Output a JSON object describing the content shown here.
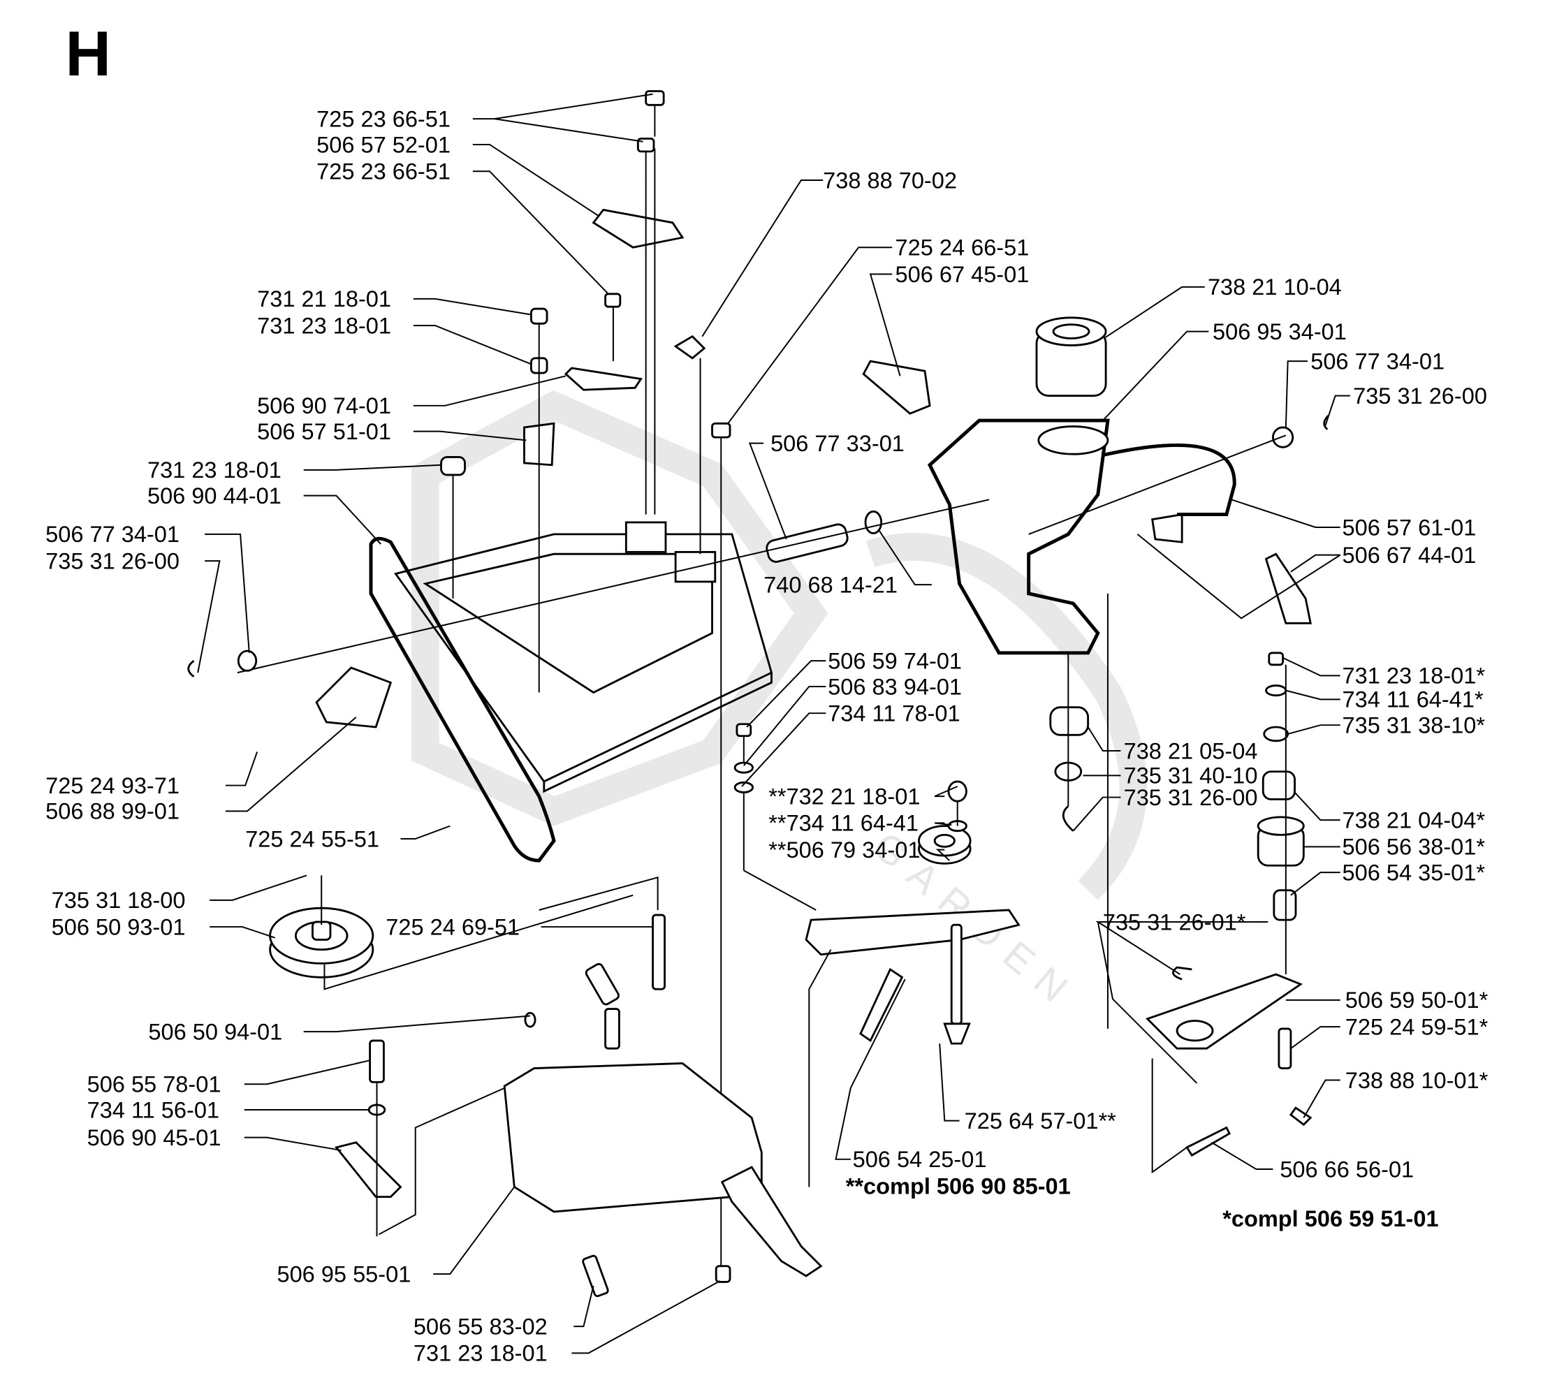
{
  "section": "H",
  "watermark": "GARDEN",
  "footnotes": {
    "double_star": "**compl 506 90 85-01",
    "single_star": "*compl 506 59 51-01"
  },
  "labels": {
    "l1": "725 23 66-51",
    "l2": "506 57 52-01",
    "l3": "725 23 66-51",
    "l4": "731 21 18-01",
    "l5": "731 23 18-01",
    "l6": "506 90 74-01",
    "l7": "506 57 51-01",
    "l8": "731 23 18-01",
    "l9": "506 90 44-01",
    "l10": "506 77 34-01",
    "l11": "735 31 26-00",
    "l12": "725 24 93-71",
    "l13": "506 88 99-01",
    "l14": "725 24 55-51",
    "l15": "735 31 18-00",
    "l16": "506 50 93-01",
    "l17": "725 24 69-51",
    "l18": "506 50 94-01",
    "l19": "506 55 78-01",
    "l20": "734 11 56-01",
    "l21": "506 90 45-01",
    "l22": "506 95 55-01",
    "l23": "506 55 83-02",
    "l24": "731 23 18-01",
    "l25": "738 88 70-02",
    "l26": "725 24 66-51",
    "l27": "506 67 45-01",
    "l28": "506 77 33-01",
    "l29": "740 68 14-21",
    "l30": "738 21 10-04",
    "l31": "506 95 34-01",
    "l32": "506 77 34-01",
    "l33": "735 31 26-00",
    "l34": "506 57 61-01",
    "l35": "506 67 44-01",
    "l36": "506 59 74-01",
    "l37": "506 83 94-01",
    "l38": "734 11 78-01",
    "l39": "**732 21 18-01",
    "l40": "**734 11 64-41",
    "l41": "**506 79 34-01",
    "l42": "738 21 05-04",
    "l43": "735 31 40-10",
    "l44": "735 31 26-00",
    "l45": "731 23 18-01*",
    "l46": "734 11 64-41*",
    "l47": "735 31 38-10*",
    "l48": "738 21 04-04*",
    "l49": "506 56 38-01*",
    "l50": "506 54 35-01*",
    "l51": "735 31 26-01*",
    "l52": "506 59 50-01*",
    "l53": "725 24 59-51*",
    "l54": "738 88 10-01*",
    "l55": "725 64 57-01**",
    "l56": "506 54 25-01",
    "l57": "506 66 56-01"
  }
}
